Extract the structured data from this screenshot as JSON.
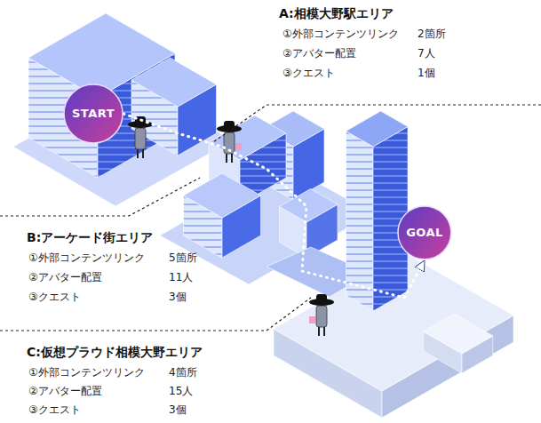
{
  "diagram": {
    "nodes": [
      {
        "text": [
          "START"
        ]
      },
      {
        "text": [
          "GOAL"
        ]
      }
    ],
    "edges": [
      {
        "from": 0,
        "to": 1,
        "arrow": "to"
      }
    ],
    "labels": [
      "A:相模大野駅エリア",
      "①外部コンテンツリンク",
      "2箇所",
      "②アバター配置",
      "7人",
      "③クエスト",
      "1個",
      "B:アーケード街エリア",
      "①外部コンテンツリンク",
      "5箇所",
      "②アバター配置",
      "11人",
      "③クエスト",
      "3個",
      "C:仮想プラウド相模大野エリア",
      "①外部コンテンツリンク",
      "4箇所",
      "②アバター配置",
      "15人",
      "③クエスト",
      "3個"
    ]
  }
}
